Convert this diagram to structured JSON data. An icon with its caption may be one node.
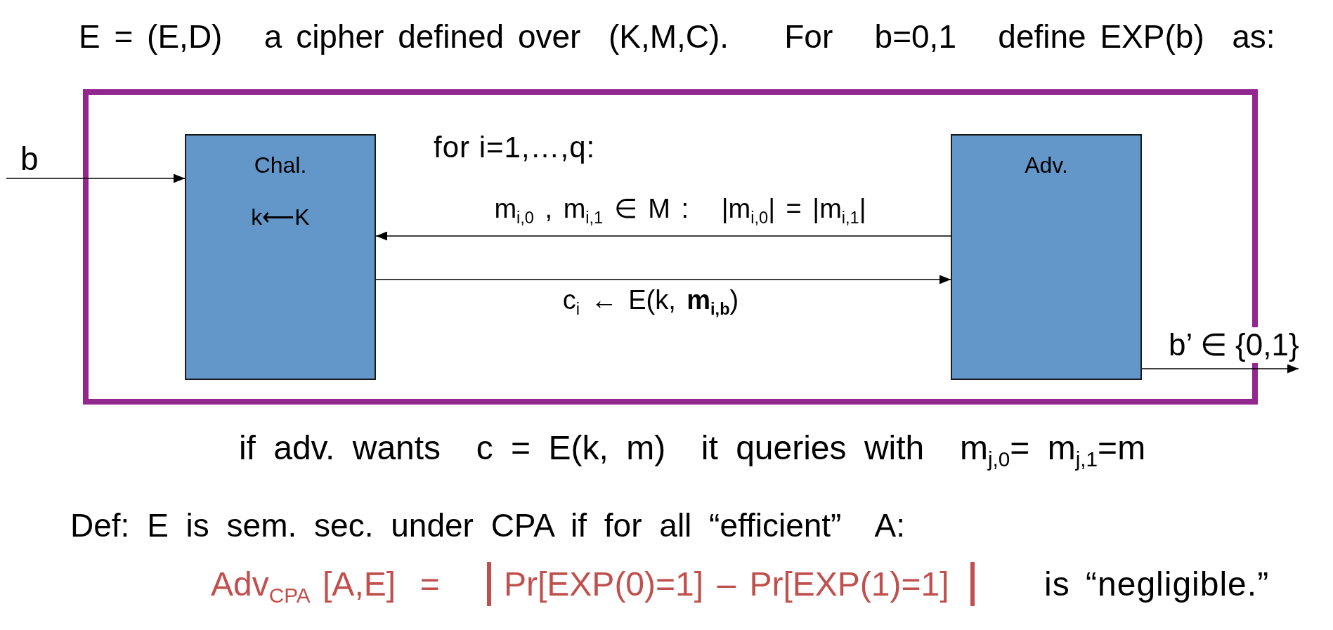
{
  "diagram": {
    "title": "E = (E,D)   a cipher defined over  (K,M,C).    For   b=0,1   define EXP(b)  as:",
    "nodes": [
      {
        "text": [],
        "shape": "box"
      },
      {
        "text": [
          "Chal.",
          "k⟵K"
        ],
        "in": 0
      },
      {
        "text": [
          "Adv."
        ],
        "in": 0
      }
    ],
    "edges": [
      {
        "from": null,
        "to": 1,
        "arrow": "to",
        "label": "b"
      },
      {
        "from": 2,
        "to": 1,
        "arrow": "to",
        "label": "m$_{i,0}$ , m$_{i,1}$ ∈ M :   |m$_{i,0}$| = |m$_{i,1}$|"
      },
      {
        "from": 1,
        "to": 2,
        "arrow": "to",
        "label": "c$_{i}$ ← E(k, **m$_{i,b}$**)"
      },
      {
        "from": 2,
        "to": null,
        "arrow": "to",
        "label": "b’ ∈ {0,1}"
      }
    ],
    "labels": [
      "for i=1,…,q:",
      "if adv. wants  c = E(k, m)  it queries with  m$_{j,0}$= m$_{j,1}$=m",
      "Def: E is sem. sec. under CPA if for all “efficient”  A:",
      "Adv$_{CPA}$ [A,E]  =",
      "Pr[EXP(0)=1] – Pr[EXP(1)=1]",
      "is “negligible.”"
    ]
  }
}
